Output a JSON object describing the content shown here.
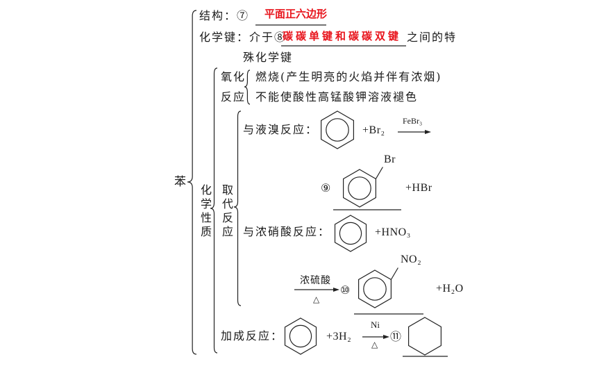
{
  "title": "苯",
  "structure": {
    "label": "结构：⑦",
    "answer": "平面正六边形"
  },
  "bond": {
    "label": "化学键：介于⑧",
    "answer": "碳碳单键和碳碳双键",
    "suffix_line1": "之间的特",
    "suffix_line2": "殊化学键"
  },
  "chemical_properties": {
    "label": "化学性质",
    "oxidation": {
      "label_line1": "氧化",
      "label_line2": "反应",
      "items": [
        "燃烧(产生明亮的火焰并伴有浓烟)",
        "不能使酸性高锰酸钾溶液褪色"
      ]
    },
    "substitution": {
      "label": "取代反应",
      "bromine": {
        "label": "与液溴反应：",
        "reagent": "+Br₂",
        "catalyst": "FeBr₃",
        "blank_number": "⑨",
        "product_substituent": "Br",
        "byproduct": "+HBr"
      },
      "nitration": {
        "label": "与浓硝酸反应：",
        "reagent": "+HNO₃",
        "condition_above": "浓硫酸",
        "condition_below": "△",
        "blank_number": "⑩",
        "product_substituent": "NO₂",
        "byproduct": "+H₂O"
      }
    },
    "addition": {
      "label": "加成反应：",
      "reagent": "+3H₂",
      "catalyst": "Ni",
      "condition_below": "△",
      "blank_number": "⑪"
    }
  },
  "colors": {
    "text": "#1a1a1a",
    "answer": "#e8141c",
    "background": "#ffffff"
  }
}
